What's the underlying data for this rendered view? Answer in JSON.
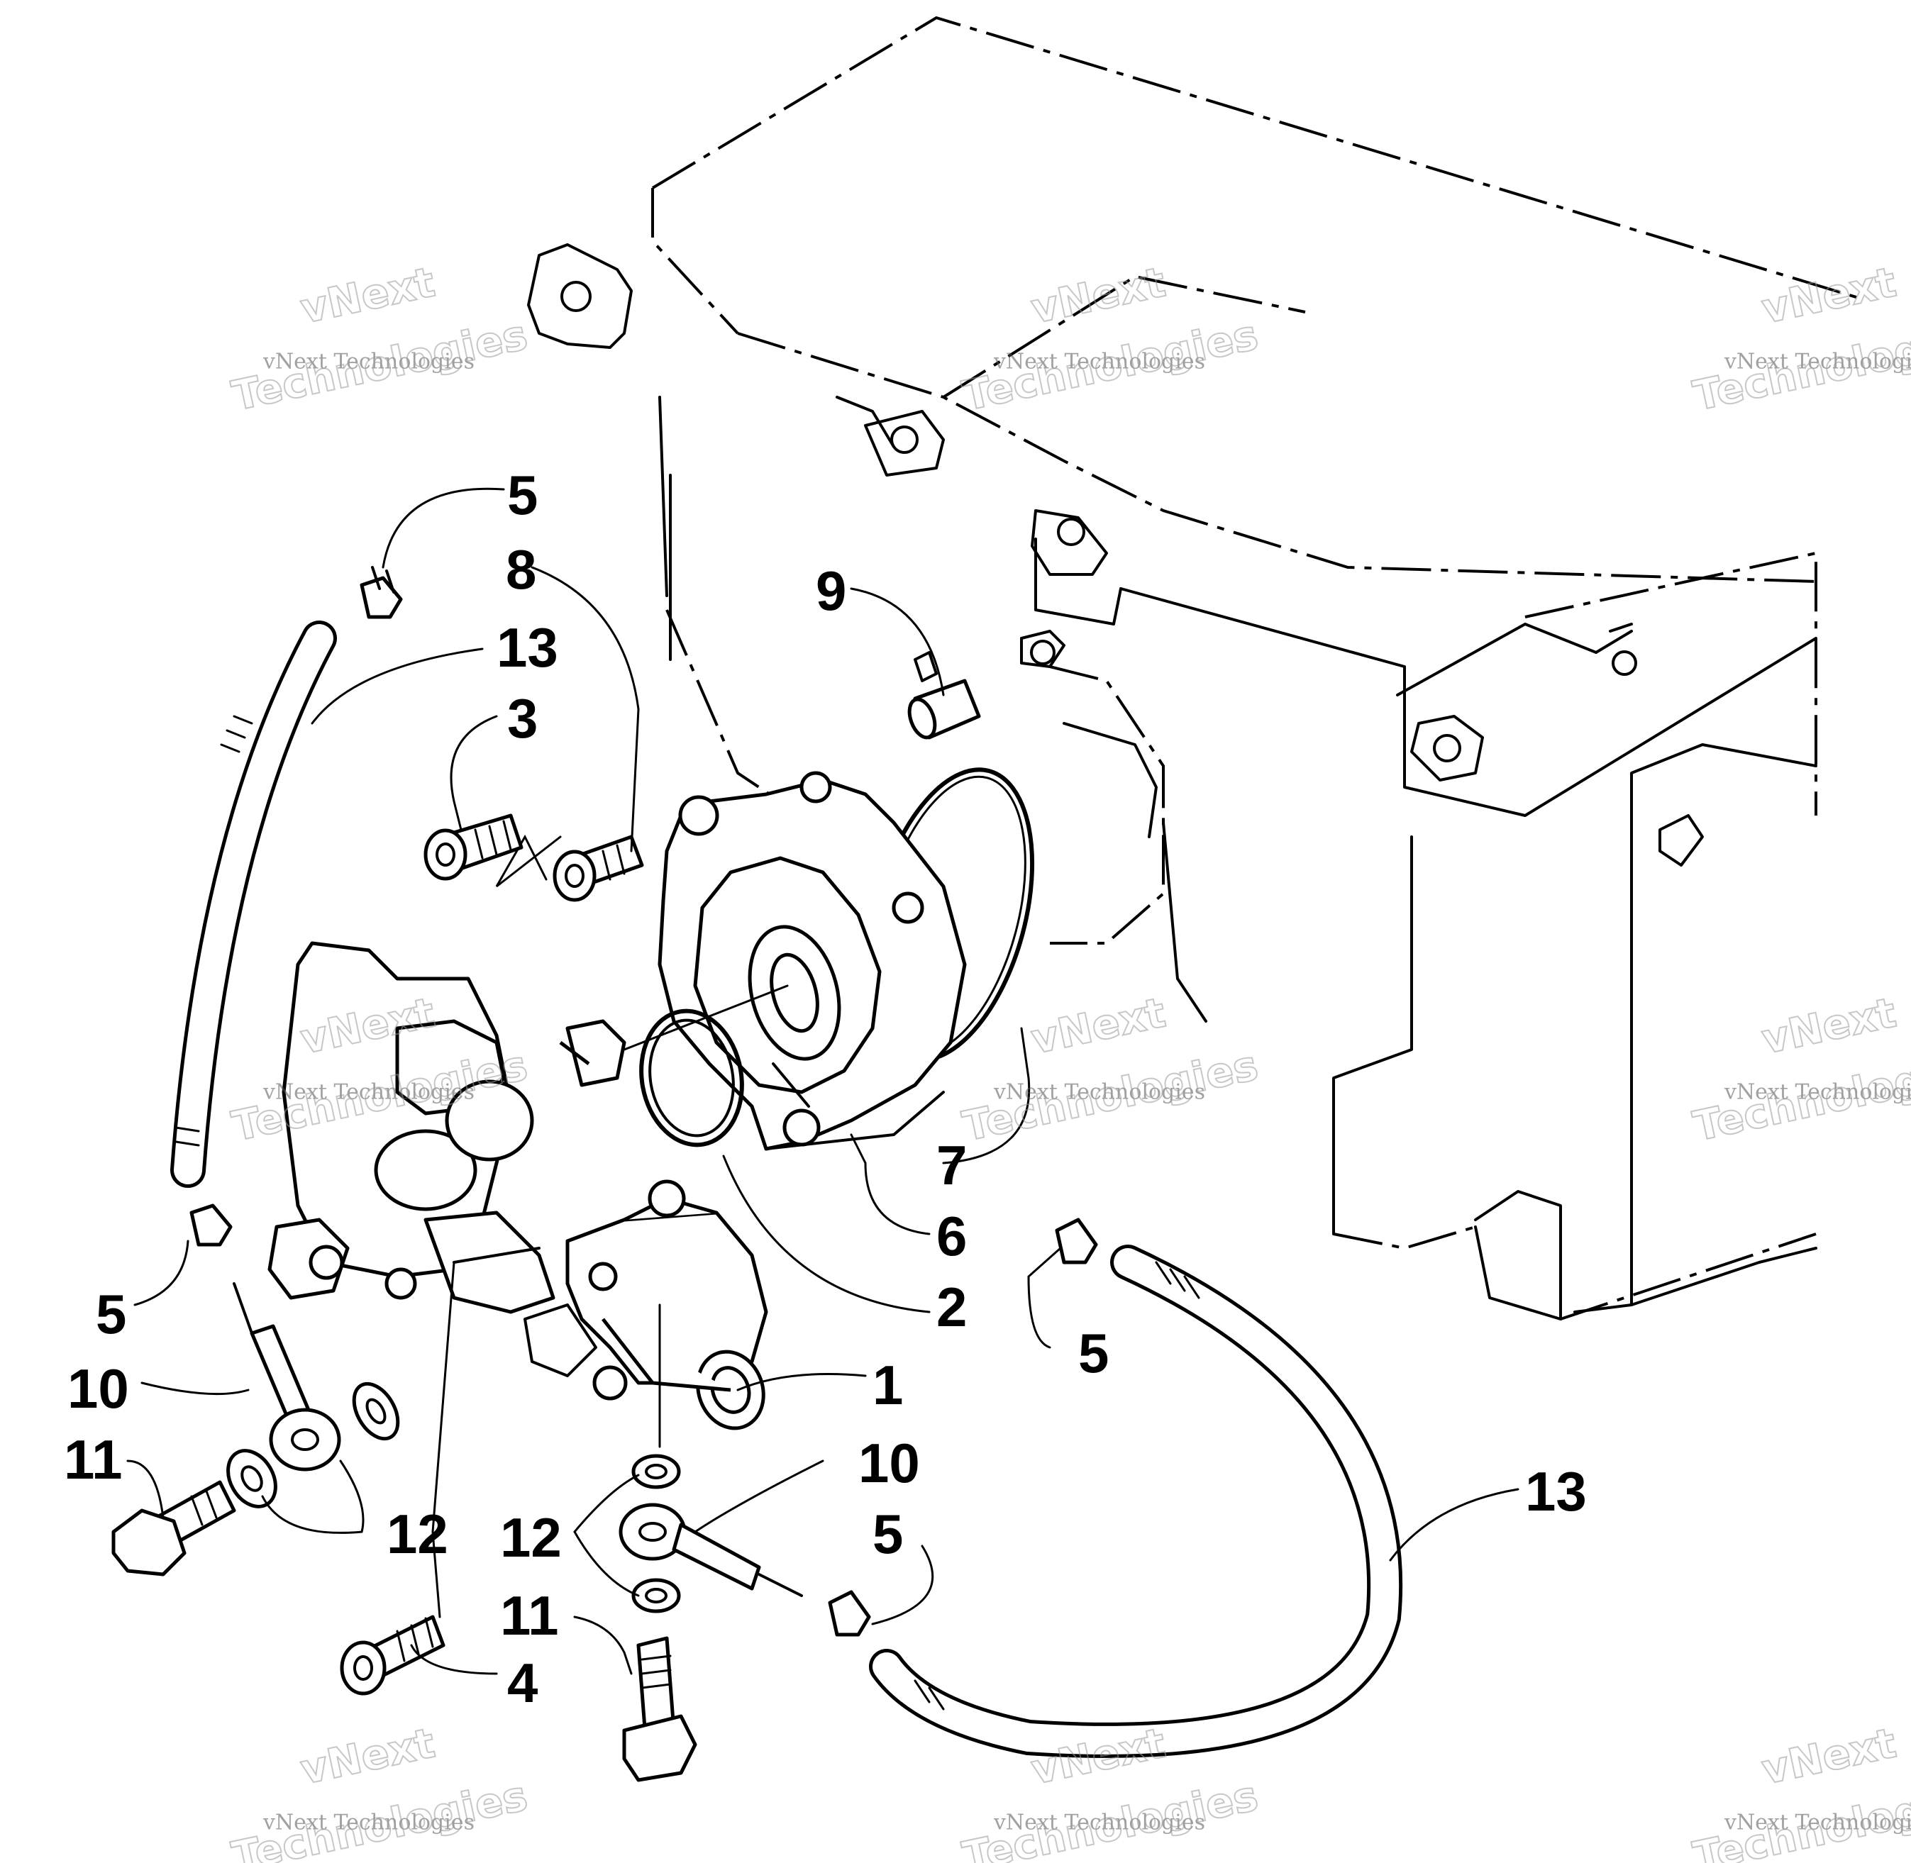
{
  "callouts": {
    "c1": "1",
    "c2": "2",
    "c3": "3",
    "c4": "4",
    "c5a": "5",
    "c5b": "5",
    "c5c": "5",
    "c5d": "5",
    "c6": "6",
    "c7": "7",
    "c8": "8",
    "c9": "9",
    "c10a": "10",
    "c10b": "10",
    "c11a": "11",
    "c11b": "11",
    "c12a": "12",
    "c12b": "12",
    "c13a": "13",
    "c13b": "13"
  },
  "watermark": {
    "line1": "vNext",
    "line2": "vNext Technologies",
    "line3": "Technologies"
  }
}
